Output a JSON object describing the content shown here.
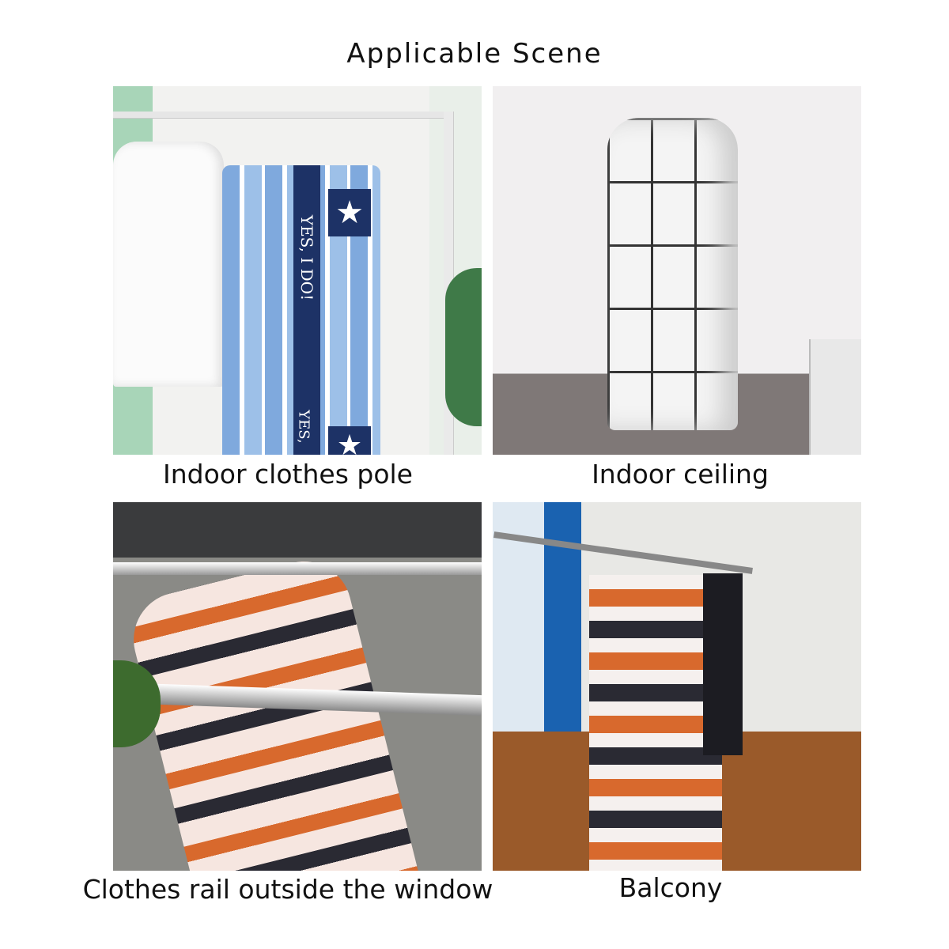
{
  "title": "Applicable Scene",
  "scenes": [
    {
      "caption": "Indoor clothes pole",
      "bag_text": "YES, I DO!",
      "bag_text_2": "YES,"
    },
    {
      "caption": "Indoor ceiling"
    },
    {
      "caption": "Clothes rail outside the window"
    },
    {
      "caption": "Balcony"
    }
  ],
  "colors": {
    "blue_stripe": "#7fa9dd",
    "navy": "#1d3266",
    "orange": "#d8692d",
    "dark_stripe": "#2a2a33"
  }
}
